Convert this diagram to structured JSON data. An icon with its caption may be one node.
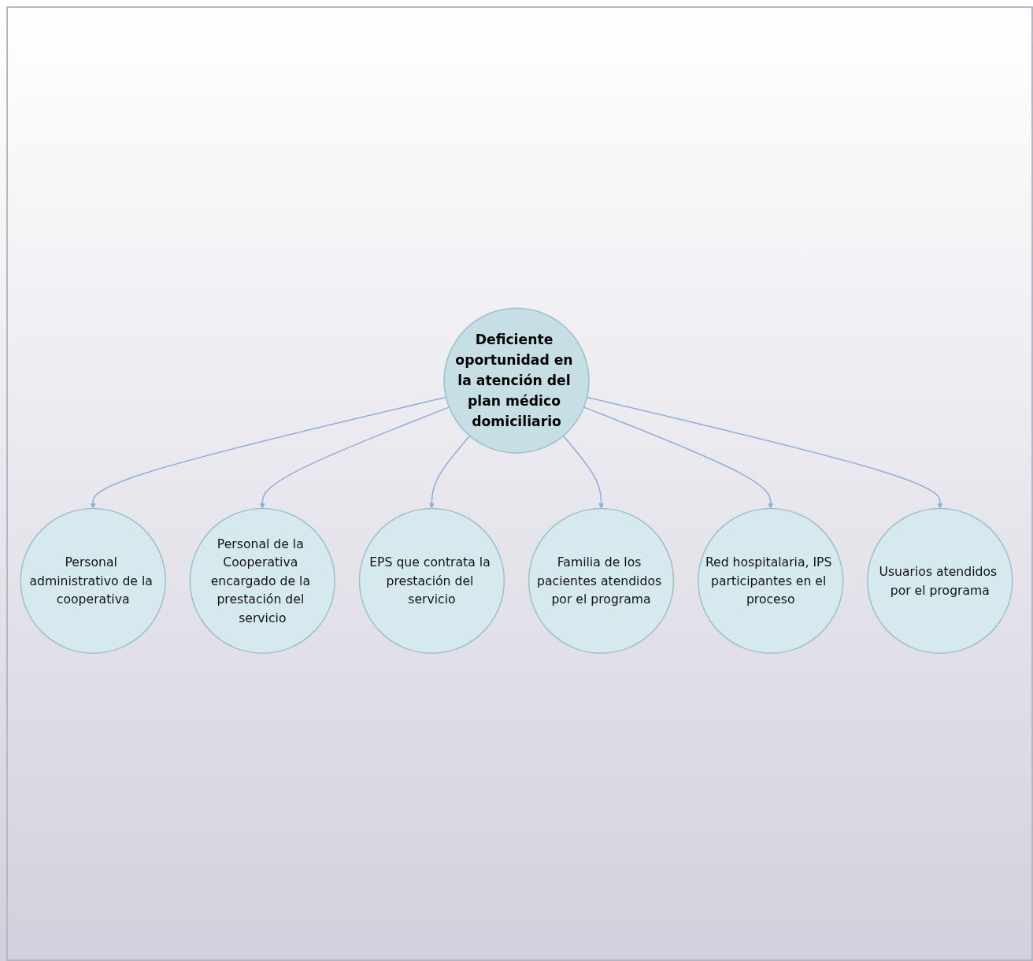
{
  "diagram": {
    "nodes": [
      {
        "text": [
          "Personal administrativo de la cooperativa"
        ]
      },
      {
        "text": [
          "Personal de la Cooperativa encargado de la prestación del servicio"
        ]
      },
      {
        "text": [
          "EPS que contrata la prestación del servicio"
        ]
      },
      {
        "text": [
          "Deficiente oportunidad en la atención del plan médico domiciliario"
        ]
      },
      {
        "text": [
          "Familia de los pacientes atendidos por el programa"
        ]
      },
      {
        "text": [
          "Red hospitalaria, IPS participantes en el proceso"
        ]
      },
      {
        "text": [
          "Usuarios atendidos por el programa"
        ]
      }
    ],
    "edges": [
      {
        "from": 3,
        "to": 0,
        "arrow": "to"
      },
      {
        "from": 3,
        "to": 1,
        "arrow": "to"
      },
      {
        "from": 3,
        "to": 2,
        "arrow": "to"
      },
      {
        "from": 3,
        "to": 4,
        "arrow": "to"
      },
      {
        "from": 3,
        "to": 5,
        "arrow": "to"
      },
      {
        "from": 3,
        "to": 6,
        "arrow": "to"
      }
    ]
  }
}
